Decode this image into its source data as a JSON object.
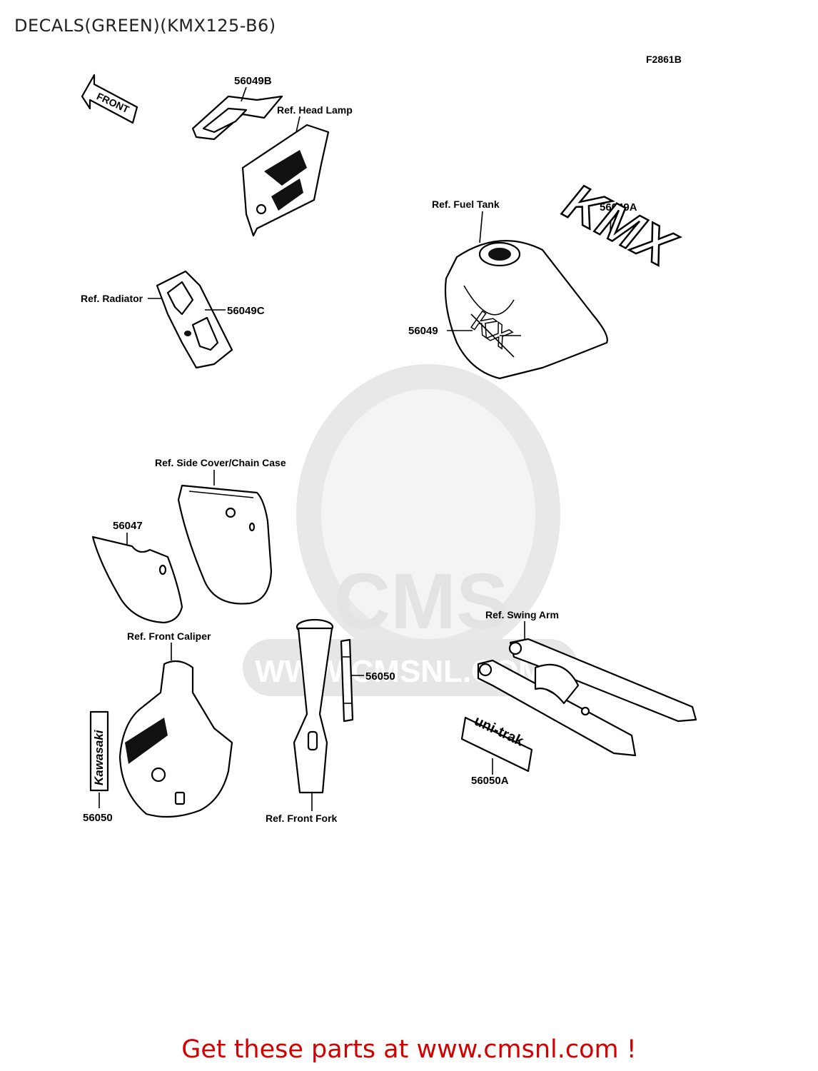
{
  "page": {
    "title": "DECALS(GREEN)(KMX125-B6)",
    "figure_code": "F2861B",
    "call_to_action": "Get these parts at www.cmsnl.com !"
  },
  "watermark": {
    "brand": "CMS",
    "url": "WWW.CMSNL.COM"
  },
  "front_marker": "FRONT",
  "labels": {
    "p56049B": "56049B",
    "ref_head_lamp": "Ref. Head Lamp",
    "ref_fuel_tank": "Ref. Fuel Tank",
    "p56049A": "56049A",
    "ref_radiator": "Ref. Radiator",
    "p56049C": "56049C",
    "p56049": "56049",
    "ref_side_cover": "Ref. Side Cover/Chain Case",
    "p56047": "56047",
    "ref_swing_arm": "Ref. Swing Arm",
    "ref_front_caliper": "Ref. Front Caliper",
    "p56050_fork": "56050",
    "p56050_caliper": "56050",
    "ref_front_fork": "Ref. Front Fork",
    "p56050A": "56050A"
  },
  "decal_text": {
    "kmx": "KMX",
    "kx": "KX",
    "kawasaki": "Kawasaki",
    "uni_trak": "uni-trak"
  },
  "colors": {
    "cta": "#d40000",
    "watermark": "#e6e6e6",
    "ink": "#000000"
  }
}
